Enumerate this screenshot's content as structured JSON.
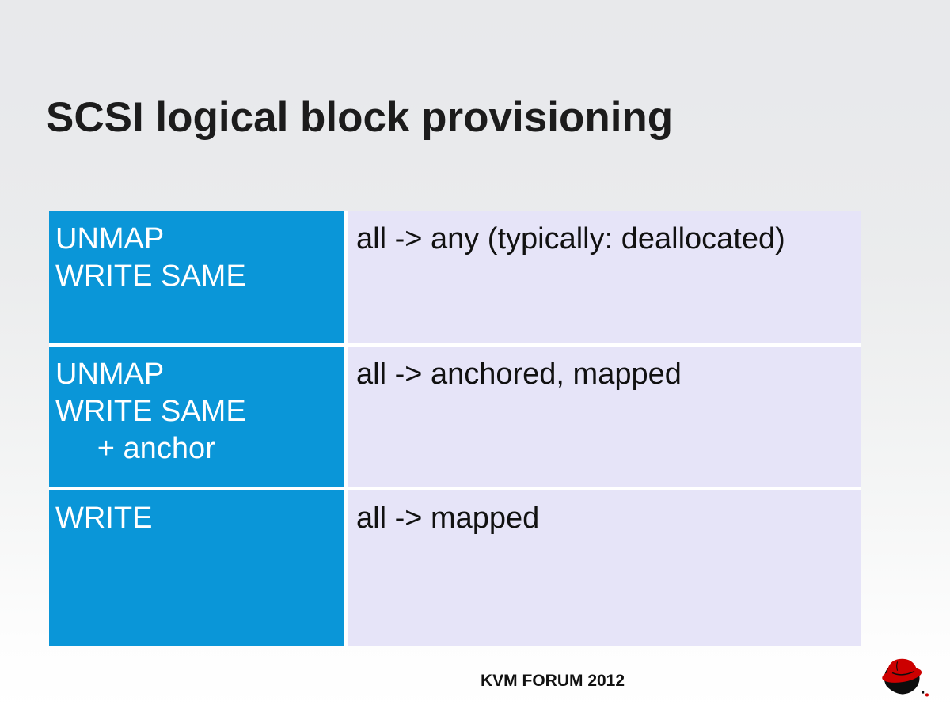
{
  "slide": {
    "title": "SCSI logical block provisioning",
    "footer_text": "KVM FORUM 2012",
    "logo_name": "redhat-shadowman-logo"
  },
  "table": {
    "rows": [
      {
        "command": "UNMAP\nWRITE SAME",
        "result": "all -> any (typically: deallocated)"
      },
      {
        "command": "UNMAP\nWRITE SAME\n     + anchor",
        "result": "all -> anchored, mapped"
      },
      {
        "command": "WRITE",
        "result": "all -> mapped"
      }
    ]
  },
  "colors": {
    "command_cell_bg": "#0a96d8",
    "result_cell_bg": "#e6e4f8",
    "command_text": "#ffffff",
    "result_text": "#111111",
    "title_text": "#1c1c1c",
    "footer_text": "#111111",
    "separator": "#ffffff",
    "logo_red": "#cc0000",
    "logo_black": "#0d0d0d"
  }
}
